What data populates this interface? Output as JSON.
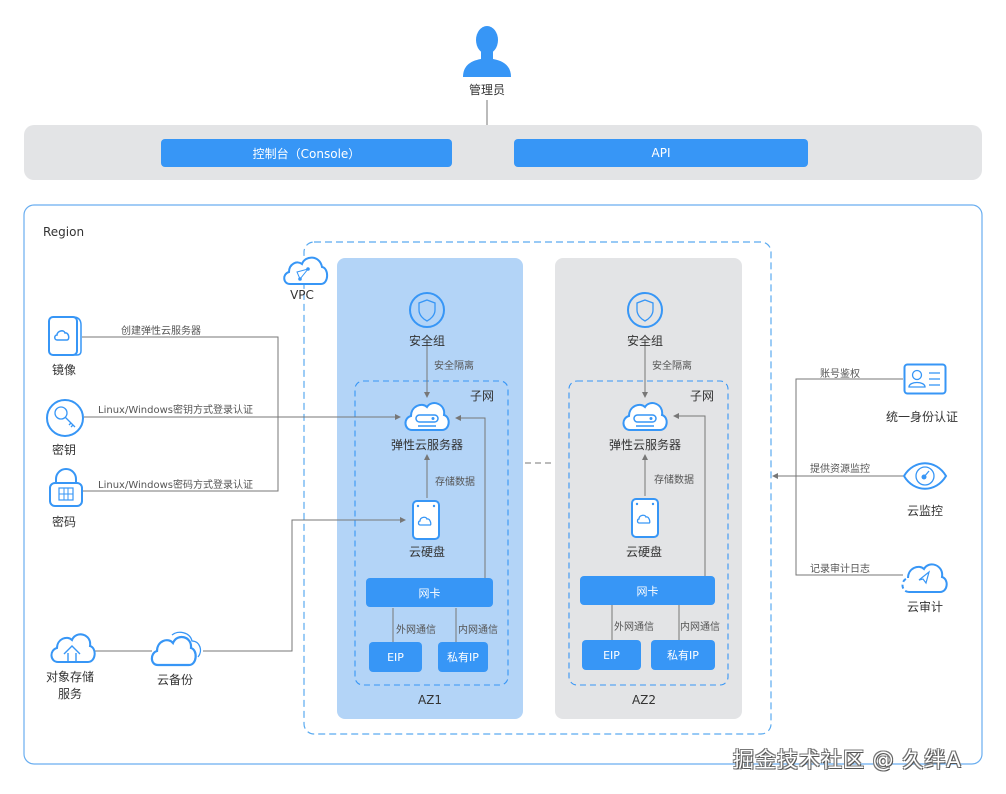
{
  "admin": {
    "label": "管理员",
    "icon": "user-icon"
  },
  "access_bar": {
    "console_label": "控制台（Console）",
    "api_label": "API"
  },
  "region": {
    "label": "Region"
  },
  "vpc": {
    "label": "VPC",
    "icon": "vpc-cloud-icon"
  },
  "left_services": {
    "image": {
      "label": "镜像",
      "link_label": "创建弹性云服务器"
    },
    "key": {
      "label": "密钥",
      "link_label": "Linux/Windows密钥方式登录认证"
    },
    "password": {
      "label": "密码",
      "link_label": "Linux/Windows密码方式登录认证"
    },
    "obs": {
      "label_line1": "对象存储",
      "label_line2": "服务"
    },
    "backup": {
      "label": "云备份"
    }
  },
  "az1": {
    "label": "AZ1",
    "security_group": "安全组",
    "isolation_label": "安全隔离",
    "subnet_label": "子网",
    "ecs_label": "弹性云服务器",
    "storage_label": "存储数据",
    "evs_label": "云硬盘",
    "nic_label": "网卡",
    "external_label": "外网通信",
    "internal_label": "内网通信",
    "eip_label": "EIP",
    "private_ip_label": "私有IP"
  },
  "az2": {
    "label": "AZ2",
    "security_group": "安全组",
    "isolation_label": "安全隔离",
    "subnet_label": "子网",
    "ecs_label": "弹性云服务器",
    "storage_label": "存储数据",
    "evs_label": "云硬盘",
    "nic_label": "网卡",
    "external_label": "外网通信",
    "internal_label": "内网通信",
    "eip_label": "EIP",
    "private_ip_label": "私有IP"
  },
  "right_services": {
    "iam": {
      "label": "统一身份认证",
      "link_label": "账号鉴权"
    },
    "ces": {
      "label": "云监控",
      "link_label": "提供资源监控"
    },
    "cts": {
      "label": "云审计",
      "link_label": "记录审计日志"
    }
  },
  "watermark": "掘金技术社区 @ 久绊A",
  "colors": {
    "primary_blue": "#3796f6",
    "az1_fill": "#b3d4f7",
    "az2_fill": "#e3e4e6",
    "bar_fill": "#e3e4e6",
    "line_gray": "#777777"
  }
}
